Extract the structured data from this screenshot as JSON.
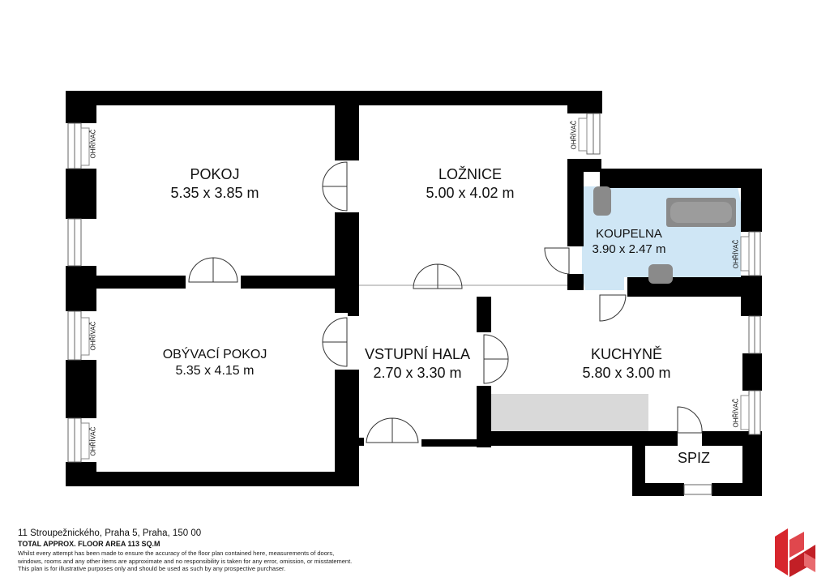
{
  "rooms": {
    "pokoj": {
      "name": "POKOJ",
      "size": "5.35 x 3.85 m"
    },
    "loznice": {
      "name": "LOŽNICE",
      "size": "5.00 x 4.02 m"
    },
    "koupelna": {
      "name": "KOUPELNA",
      "size": "3.90 x 2.47 m"
    },
    "obyvaci": {
      "name": "OBÝVACÍ POKOJ",
      "size": "5.35 x 4.15 m"
    },
    "hala": {
      "name": "VSTUPNÍ HALA",
      "size": "2.70 x 3.30 m"
    },
    "kuchyne": {
      "name": "KUCHYNĚ",
      "size": "5.80 x 3.00 m"
    },
    "spiz": {
      "name": "SPIZ"
    }
  },
  "heater_label": "OHŘÍVAČ",
  "footer": {
    "address": "11 Stroupežnického, Praha 5, Praha, 150 00",
    "area": "TOTAL APPROX. FLOOR AREA 113 SQ.M",
    "note1": "Whilst every attempt has been made to ensure the accuracy of the floor plan contained here, measurements of doors,",
    "note2": "windows, rooms and any other items are approximate and no responsibility is taken for any error, omission, or misstatement.",
    "note3": "This plan is for illustrative purposes only and should be used as such by any prospective purchaser."
  },
  "colors": {
    "wall": "#000000",
    "bathroom": "#cfe6f5",
    "fixture": "#8a8a8a",
    "counter": "#d9d9d9",
    "logo": "#d7262d"
  }
}
